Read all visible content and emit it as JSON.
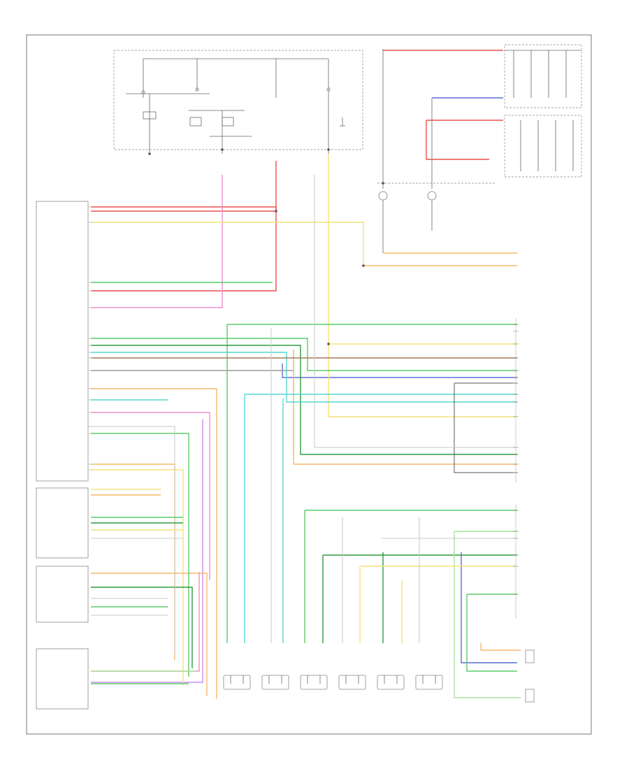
{
  "diagram": {
    "footer_code": "",
    "sections": {
      "radio_label": "",
      "amp_label": "",
      "lower_label": "",
      "left_switch_label": "",
      "right_switch_label": ""
    }
  },
  "colors": {
    "red": "#e8504f",
    "pink": "#ee8fd0",
    "yellow": "#f6e27a",
    "orange": "#f5b86c",
    "green": "#5bcb6a",
    "dark_green": "#2e9b3f",
    "light_green": "#a8e49a",
    "cyan": "#54d7d2",
    "blue": "#5b6fd6",
    "violet": "#cc8af0",
    "brown": "#a07a5a",
    "gray": "#9c9c9c",
    "black": "#555555"
  },
  "speakers": [
    {
      "id": "lf-instrument",
      "kind": "speaker"
    },
    {
      "id": "rf-instrument",
      "kind": "speaker"
    },
    {
      "id": "lf-door",
      "kind": "speaker"
    },
    {
      "id": "lr-door",
      "kind": "speaker"
    },
    {
      "id": "lr-rear",
      "kind": "speaker"
    },
    {
      "id": "rr-door",
      "kind": "speaker"
    }
  ]
}
